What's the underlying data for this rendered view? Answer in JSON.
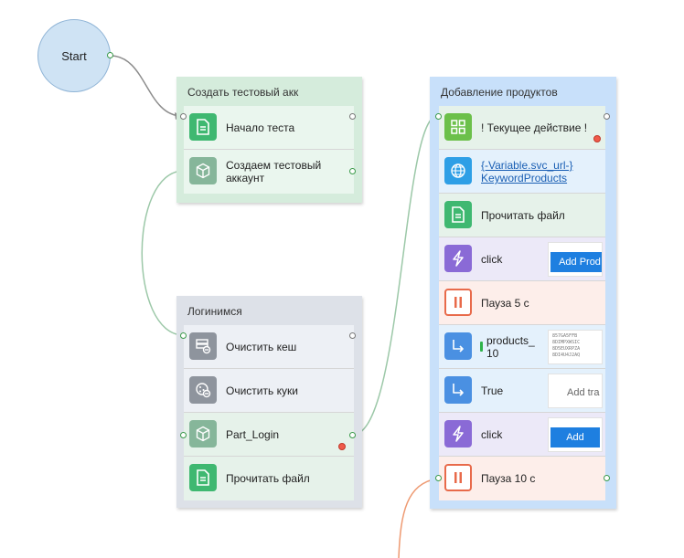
{
  "start": {
    "label": "Start"
  },
  "groups": [
    {
      "title": "Создать тестовый акк",
      "actions": [
        {
          "label": "Начало теста",
          "icon": "document-icon"
        },
        {
          "label": "Создаем тестовый аккаунт",
          "label_line1": "Создаем тестовый",
          "label_line2": "аккаунт",
          "icon": "cube-icon"
        }
      ]
    },
    {
      "title": "Логинимся",
      "actions": [
        {
          "label": "Очистить кеш",
          "icon": "clear-cache-icon"
        },
        {
          "label": "Очистить куки",
          "icon": "cookie-icon"
        },
        {
          "label": "Part_Login",
          "icon": "cube-icon"
        },
        {
          "label": "Прочитать файл",
          "icon": "document-icon"
        }
      ]
    },
    {
      "title": "Добавление продуктов",
      "actions": [
        {
          "label": "! Текущее действие !",
          "icon": "grid-icon"
        },
        {
          "label": "{-Variable.svc_url-}KeywordProducts",
          "label_line1": "{-Variable.svc_url-}",
          "label_line2": "KeywordProducts",
          "icon": "globe-icon"
        },
        {
          "label": "Прочитать файл",
          "icon": "document-icon"
        },
        {
          "label": "click",
          "icon": "lightning-icon",
          "preview": "Add Prod"
        },
        {
          "label": "Пауза 5 с",
          "icon": "pause-icon"
        },
        {
          "label": "products_10",
          "label_line1": "products_",
          "label_line2": "10",
          "icon": "arrow-turn-icon",
          "preview_lines": [
            "857GA5FFB",
            "8DIMPXWSIC",
            "8D5EUXRPZA",
            "8DI4U4J2AQ"
          ]
        },
        {
          "label": "True",
          "icon": "arrow-turn-icon",
          "preview": "Add tra"
        },
        {
          "label": "click",
          "icon": "lightning-icon",
          "preview": "Add"
        },
        {
          "label": "Пауза 10 с",
          "icon": "pause-icon"
        }
      ]
    }
  ],
  "colors": {
    "green_group_bg": "#d5ecdc",
    "gray_group_bg": "#dde1e8",
    "blue_group_bg": "#c8e0fa",
    "wire_gray": "#8c8c8c",
    "wire_green": "#8ec3a0",
    "wire_orange": "#ee9a72",
    "icon_green": "#3fb871",
    "icon_blue": "#2e9fe6",
    "icon_purple": "#8a6ad6",
    "icon_orange": "#e86a4a",
    "icon_gray": "#8e949d",
    "icon_sage": "#86b69a"
  }
}
